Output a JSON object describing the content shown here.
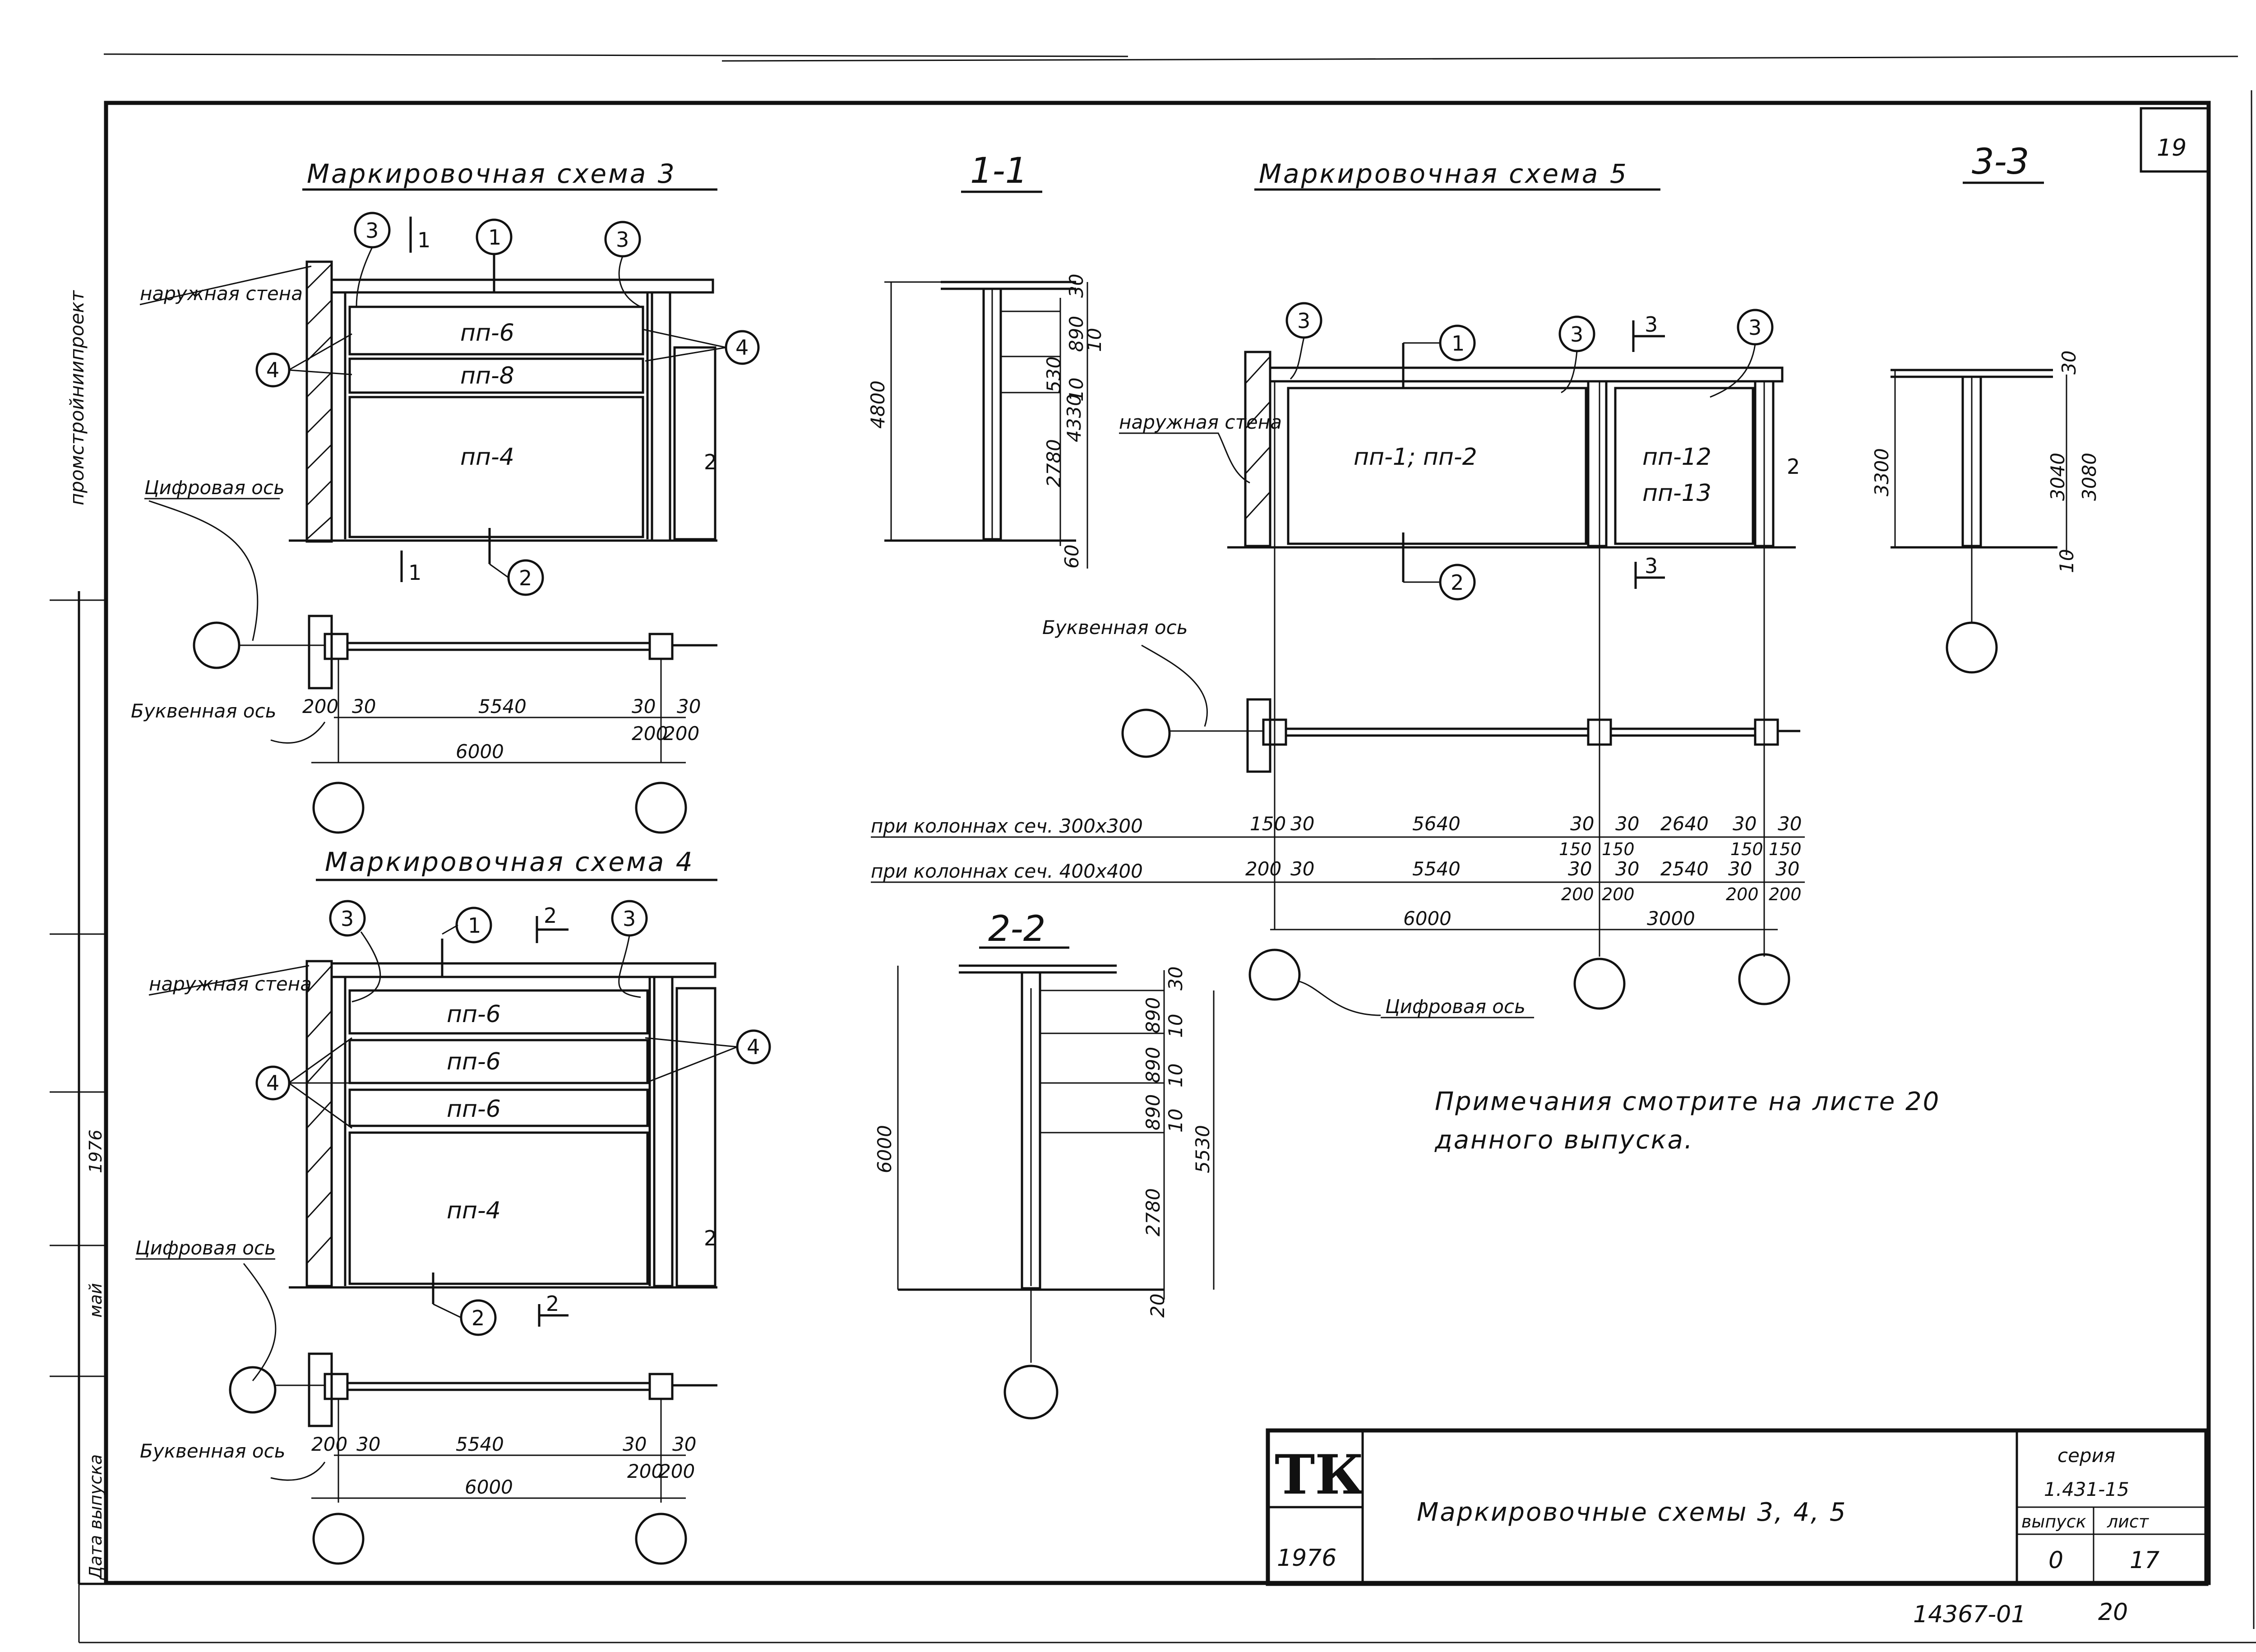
{
  "sheet": {
    "corner_number": "19",
    "left_margin_org": "промстройниипроект",
    "left_margin_date_label": "Дата выпуска",
    "left_margin_month": "май",
    "left_margin_year": "1976",
    "bottom_code": "14367-01",
    "bottom_page": "20"
  },
  "scheme3": {
    "title": "Маркировочная схема 3",
    "outer_wall": "наружная стена",
    "panels": [
      "пп-6",
      "пп-8",
      "пп-4"
    ],
    "digit_axis": "Цифровая ось",
    "letter_axis": "Буквенная ось",
    "markers": [
      "1",
      "2",
      "3",
      "3",
      "4",
      "4"
    ],
    "cut_mark": "1",
    "side_mark": "2",
    "dims": [
      "200",
      "30",
      "5540",
      "30",
      "30",
      "200",
      "200",
      "6000"
    ]
  },
  "scheme4": {
    "title": "Маркировочная схема 4",
    "outer_wall": "наружная стена",
    "panels": [
      "пп-6",
      "пп-6",
      "пп-6",
      "пп-4"
    ],
    "digit_axis": "Цифровая ось",
    "letter_axis": "Буквенная ось",
    "markers": [
      "1",
      "2",
      "3",
      "3",
      "4",
      "4"
    ],
    "cut_mark": "2",
    "side_mark": "2",
    "dims": [
      "200",
      "30",
      "5540",
      "30",
      "30",
      "200",
      "200",
      "6000"
    ]
  },
  "scheme5": {
    "title": "Маркировочная схема 5",
    "outer_wall": "наружная стена",
    "panels_left": "пп-1; пп-2",
    "panels_right": [
      "пп-12",
      "пп-13"
    ],
    "letter_axis": "Буквенная ось",
    "digit_axis": "Цифровая ось",
    "markers": [
      "1",
      "2",
      "3",
      "3",
      "3"
    ],
    "cut_mark": "3",
    "side_mark": "2",
    "row1_label": "при колоннах сеч. 300х300",
    "row1_dims": [
      "150",
      "30",
      "5640",
      "30",
      "30",
      "2640",
      "30",
      "30"
    ],
    "row1_sub": [
      "150",
      "150",
      "150",
      "150"
    ],
    "row2_label": "при колоннах сеч. 400х400",
    "row2_dims": [
      "200",
      "30",
      "5540",
      "30",
      "30",
      "2540",
      "30",
      "30"
    ],
    "row2_sub": [
      "200",
      "200",
      "200",
      "200"
    ],
    "total_dims": [
      "6000",
      "3000"
    ]
  },
  "section11": {
    "title": "1-1",
    "dims_inner": [
      "30",
      "890",
      "10",
      "530",
      "10",
      "2780",
      "60"
    ],
    "dim_mid": "4330",
    "dim_total": "4800"
  },
  "section22": {
    "title": "2-2",
    "dims_inner": [
      "30",
      "890",
      "10",
      "890",
      "10",
      "890",
      "10",
      "2780",
      "20"
    ],
    "dim_mid": "5530",
    "dim_total": "6000"
  },
  "section33": {
    "title": "3-3",
    "dims": [
      "30",
      "3040",
      "3080",
      "10"
    ],
    "dim_total": "3300"
  },
  "note": {
    "line1": "Примечания смотрите на листе 20",
    "line2": "данного выпуска."
  },
  "title_block": {
    "logo": "ТК",
    "year": "1976",
    "drawing_title": "Маркировочные схемы 3, 4, 5",
    "series_label": "серия",
    "series_value": "1.431-15",
    "issue_label": "выпуск",
    "sheet_label": "лист",
    "issue_value": "0",
    "sheet_value": "17"
  }
}
